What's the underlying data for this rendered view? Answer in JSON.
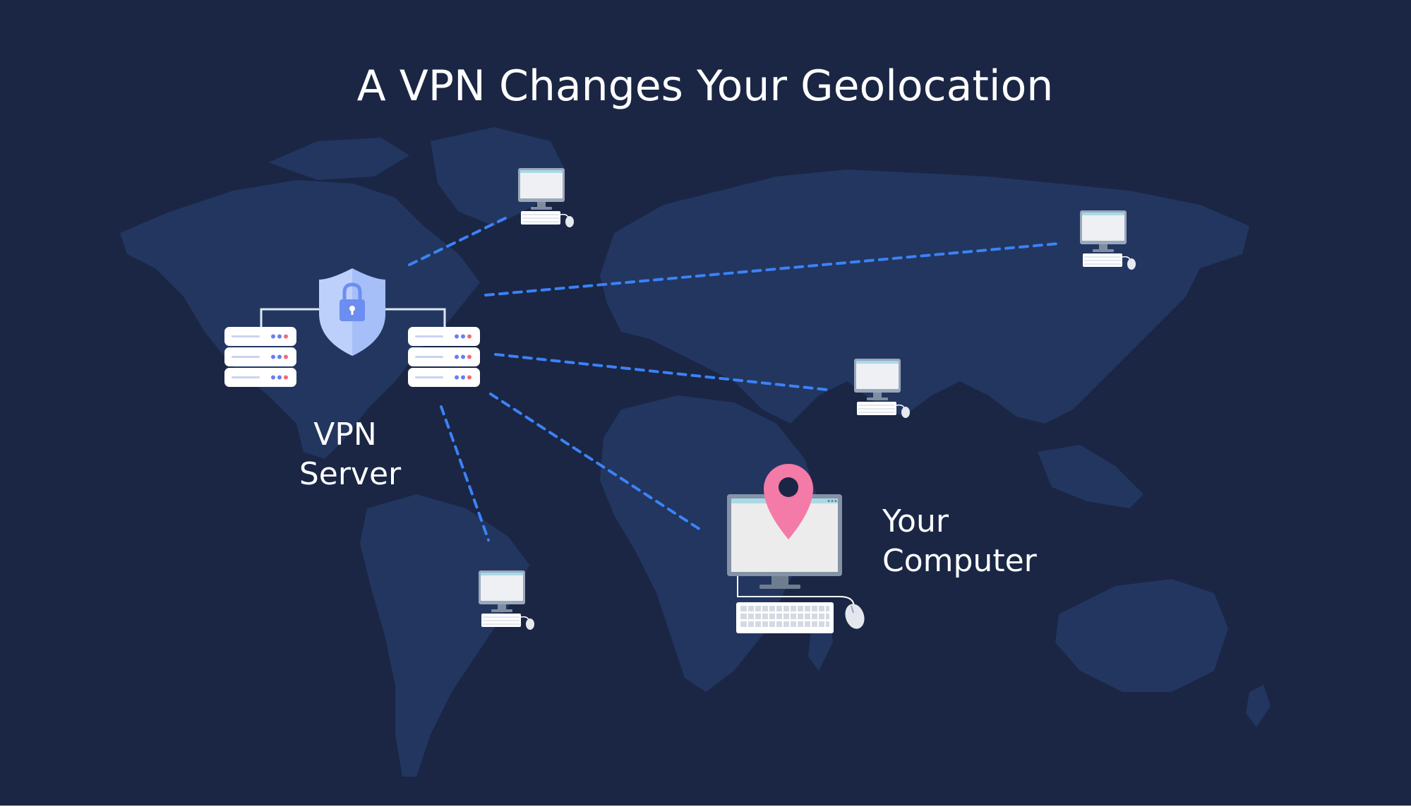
{
  "title": "A VPN Changes Your Geolocation",
  "vpn_server_label": [
    "VPN",
    "Server"
  ],
  "your_computer_label": [
    "Your",
    "Computer"
  ],
  "colors": {
    "background": "#1a2644",
    "continents": "#223660",
    "title_text": "#ffffff",
    "label_text": "#ffffff",
    "connection_line": "#3b82f6",
    "shield": "#bcd0fb",
    "lock": "#6c8ef0",
    "pin": "#f47aa7",
    "server_dot_blue": "#6a7ef0",
    "server_dot_red": "#f26a78"
  }
}
